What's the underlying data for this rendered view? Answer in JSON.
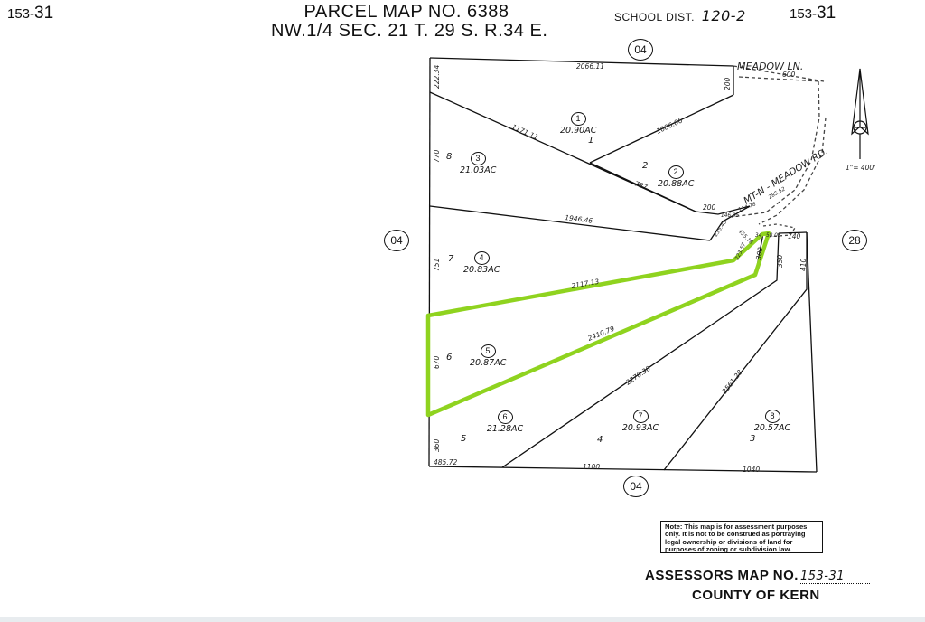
{
  "header": {
    "left_code_prefix": "153-",
    "left_code_num": "31",
    "title_line1": "PARCEL MAP NO. 6388",
    "title_line2": "NW.1/4 SEC. 21  T. 29 S.  R.34 E.",
    "school_dist_label": "SCHOOL DIST.",
    "school_dist_value": "120-2",
    "right_code_prefix": "153-",
    "right_code_num": "31"
  },
  "adjacent_sections": {
    "top": "04",
    "left": "04",
    "right": "28",
    "bottom": "04"
  },
  "roads": {
    "meadow_ln": "MEADOW  LN.",
    "mtn_meadow_rd": "MT-N - MEADOW  RD."
  },
  "scale": "1\"= 400'",
  "parcels": [
    {
      "num": "1",
      "acres": "20.90AC",
      "lot": "1"
    },
    {
      "num": "2",
      "acres": "20.88AC",
      "lot": "2"
    },
    {
      "num": "3",
      "acres": "21.03AC",
      "lot": "8"
    },
    {
      "num": "4",
      "acres": "20.83AC",
      "lot": "7"
    },
    {
      "num": "5",
      "acres": "20.87AC",
      "lot": "6",
      "highlighted": true
    },
    {
      "num": "6",
      "acres": "21.28AC",
      "lot": "5"
    },
    {
      "num": "7",
      "acres": "20.93AC",
      "lot": "4"
    },
    {
      "num": "8",
      "acres": "20.57AC",
      "lot": "3"
    }
  ],
  "dimensions": {
    "top_edge": "2066.11",
    "left_top": "222.34",
    "left_3": "770",
    "left_4": "751",
    "left_5": "670",
    "left_6": "360",
    "bottom_left": "485.72",
    "bottom_mid": "1100",
    "bottom_right": "1040",
    "diag_1": "1171.11",
    "line_1_2": "1086.06",
    "line_787": "787",
    "line_200a": "200",
    "line_200b": "200",
    "line_600": "600",
    "line_1946": "1946.46",
    "line_2117": "2117.13",
    "line_2410": "2410.79",
    "line_2270": "2270.30",
    "line_2561": "2561.28",
    "line_350": "350",
    "line_410": "410",
    "line_300": "300",
    "line_140": "140",
    "road_small_1": "146.95",
    "road_small_2": "114.78",
    "road_small_3": "285.52",
    "road_small_4": "235.48",
    "road_small_5": "455.16",
    "road_small_6": "223.57",
    "road_small_7": "34",
    "road_small_8": "58.03"
  },
  "note": "Note: This map is for assessment purposes only. It is not to be construed as portraying legal ownership or divisions of land for purposes of zoning or subdivision law.",
  "footer": {
    "assessors_label": "ASSESSORS MAP NO.",
    "assessors_value": "153-31",
    "county": "COUNTY OF KERN"
  },
  "colors": {
    "highlight": "#8fd31f",
    "ink": "#111111"
  }
}
